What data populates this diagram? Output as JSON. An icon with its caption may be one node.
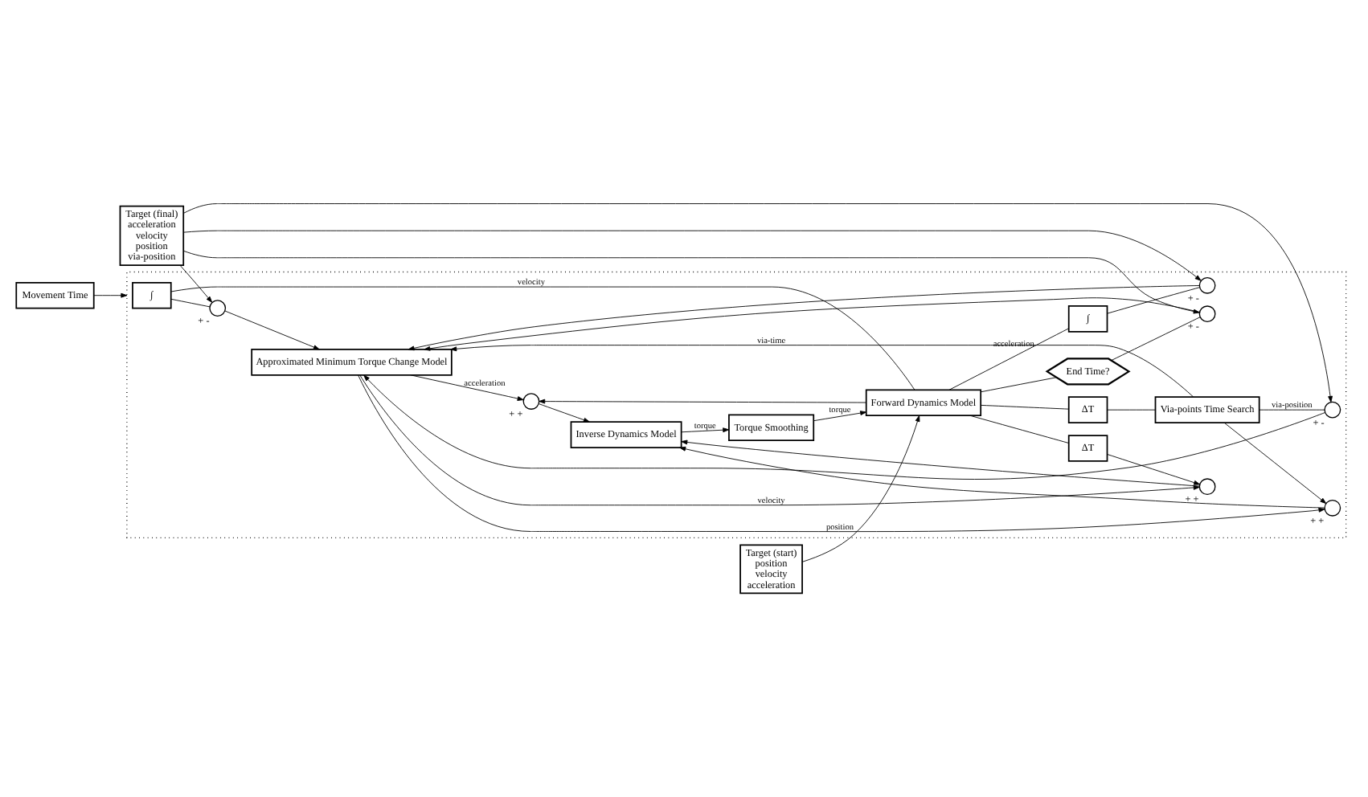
{
  "diagram": {
    "nodes": [
      {
        "text": [
          "Movement Time"
        ]
      },
      {
        "text": [],
        "shape": "box"
      },
      {
        "text": [
          "Target (final)",
          "acceleration",
          "velocity",
          "position",
          "via-position"
        ]
      },
      {
        "text": [
          "∫"
        ],
        "in": 1
      },
      {
        "text": [
          "∫"
        ],
        "in": 1
      },
      {
        "text": [
          "Forward Dynamics Model"
        ],
        "in": 1
      },
      {
        "text": [
          "Target (start)",
          "position",
          "velocity",
          "acceleration"
        ]
      },
      {
        "text": [
          "End Time?"
        ],
        "in": 1
      },
      {
        "text": [
          "ΔT"
        ],
        "in": 1
      },
      {
        "text": [
          "ΔT"
        ],
        "in": 1
      },
      {
        "text": [],
        "shape": "circle",
        "in": 1,
        "beside": [
          "+",
          "-"
        ]
      },
      {
        "text": [],
        "shape": "circle",
        "in": 1,
        "beside": [
          "+",
          "-"
        ]
      },
      {
        "text": [],
        "shape": "circle",
        "in": 1,
        "beside": [
          "+",
          "-"
        ]
      },
      {
        "text": [],
        "shape": "circle",
        "in": 1,
        "beside": [
          "+",
          "-"
        ]
      },
      {
        "text": [
          "Via-points Time Search"
        ],
        "in": 1
      },
      {
        "text": [
          "Torque Smoothing"
        ],
        "in": 1
      },
      {
        "text": [
          "Approximated Minimum Torque Change Model"
        ],
        "in": 1
      },
      {
        "text": [],
        "shape": "circle",
        "in": 1,
        "beside": [
          "+",
          "+"
        ]
      },
      {
        "text": [],
        "shape": "circle",
        "in": 1,
        "beside": [
          "+",
          "+"
        ]
      },
      {
        "text": [],
        "shape": "circle",
        "in": 1,
        "beside": [
          "+",
          "+"
        ]
      },
      {
        "text": [
          "Inverse Dynamics Model"
        ],
        "in": 1
      }
    ],
    "edges": [
      {
        "from": 0,
        "to": 1,
        "arrow": "to"
      },
      {
        "from": 2,
        "to": 10,
        "arrow": "to"
      },
      {
        "from": 2,
        "to": 11,
        "arrow": "to"
      },
      {
        "from": 2,
        "to": 12,
        "arrow": "to"
      },
      {
        "from": 2,
        "to": 13,
        "arrow": "to"
      },
      {
        "from": 6,
        "to": 5,
        "arrow": "to"
      },
      {
        "from": 15,
        "to": 5,
        "label": "torque",
        "arrow": "to"
      },
      {
        "from": 5,
        "to": 3,
        "label": "velocity",
        "arrow": "none"
      },
      {
        "from": 5,
        "to": 4,
        "label": "acceleration",
        "arrow": "none"
      },
      {
        "from": 5,
        "to": 8,
        "arrow": "none"
      },
      {
        "from": 5,
        "to": 9,
        "arrow": "none"
      },
      {
        "from": 5,
        "to": 7,
        "arrow": "none"
      },
      {
        "from": 5,
        "to": 17,
        "arrow": "to"
      },
      {
        "from": 3,
        "to": 12,
        "arrow": "none"
      },
      {
        "from": 4,
        "to": 11,
        "arrow": "none"
      },
      {
        "from": 7,
        "to": 10,
        "arrow": "none"
      },
      {
        "from": 12,
        "to": 16,
        "arrow": "to"
      },
      {
        "from": 11,
        "to": 16,
        "arrow": "to"
      },
      {
        "from": 10,
        "to": 16,
        "arrow": "to"
      },
      {
        "from": 14,
        "to": 13,
        "label": "via-position",
        "arrow": "none"
      },
      {
        "from": 13,
        "to": 16,
        "arrow": "to"
      },
      {
        "from": 14,
        "to": 16,
        "label": "via-time",
        "arrow": "to"
      },
      {
        "from": 8,
        "to": 14,
        "arrow": "none"
      },
      {
        "from": 14,
        "to": 19,
        "arrow": "to"
      },
      {
        "from": 9,
        "to": 18,
        "arrow": "to"
      },
      {
        "from": 16,
        "to": 17,
        "label": "acceleration",
        "arrow": "to"
      },
      {
        "from": 16,
        "to": 18,
        "label": "velocity",
        "arrow": "to"
      },
      {
        "from": 16,
        "to": 19,
        "label": "position",
        "arrow": "to"
      },
      {
        "from": 17,
        "to": 20,
        "arrow": "to"
      },
      {
        "from": 18,
        "to": 20,
        "arrow": "to"
      },
      {
        "from": 19,
        "to": 20,
        "arrow": "to"
      },
      {
        "from": 20,
        "to": 15,
        "label": "torque",
        "arrow": "to"
      }
    ]
  }
}
